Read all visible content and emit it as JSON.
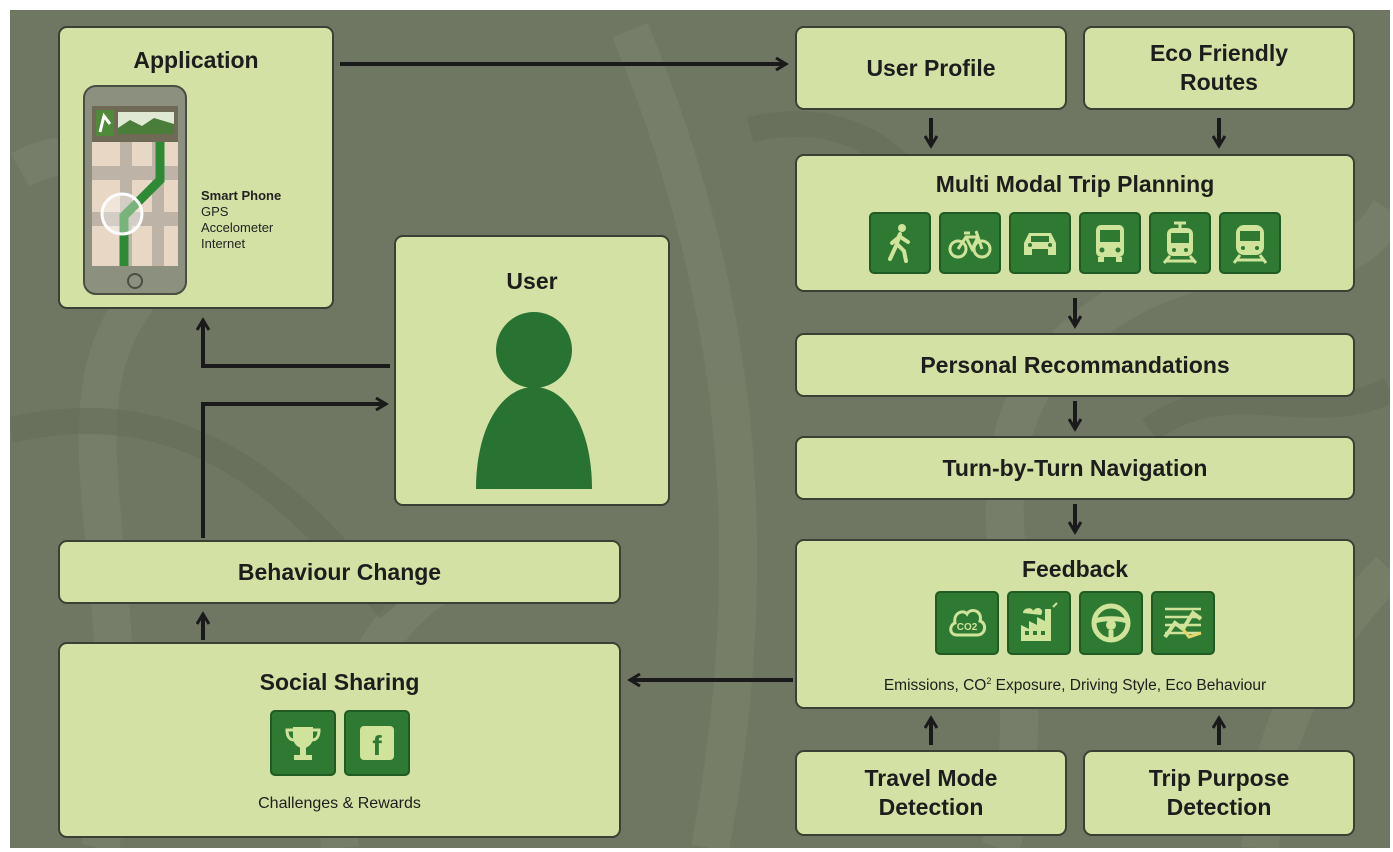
{
  "application": {
    "title": "Application",
    "phone_label": "Smart Phone",
    "features": [
      "GPS",
      "Accelometer",
      "Internet"
    ]
  },
  "user": {
    "title": "User"
  },
  "behaviour_change": {
    "label": "Behaviour Change"
  },
  "social_sharing": {
    "title": "Social Sharing",
    "icons": [
      "trophy-icon",
      "facebook-icon"
    ],
    "facebook_glyph": "f",
    "caption": "Challenges & Rewards"
  },
  "user_profile": {
    "label": "User Profile"
  },
  "eco_routes": {
    "line1": "Eco Friendly",
    "line2": "Routes"
  },
  "trip_planning": {
    "title": "Multi Modal Trip Planning",
    "icons": [
      "walk-icon",
      "bike-icon",
      "car-icon",
      "bus-icon",
      "tram-icon",
      "train-icon"
    ]
  },
  "recommendations": {
    "label": "Personal Recommandations"
  },
  "navigation": {
    "label": "Turn-by-Turn Navigation"
  },
  "feedback": {
    "title": "Feedback",
    "icons": [
      "co2-icon",
      "co2-exposure-icon",
      "steering-wheel-icon",
      "eco-behaviour-chart-icon"
    ],
    "co2_glyph": "CO2",
    "caption_part1": "Emissions, CO",
    "caption_sup": "2",
    "caption_part2": " Exposure, Driving Style, Eco Behaviour"
  },
  "travel_mode": {
    "line1": "Travel Mode",
    "line2": "Detection"
  },
  "trip_purpose": {
    "line1": "Trip Purpose",
    "line2": "Detection"
  },
  "colors": {
    "background": "#6f7762",
    "box_fill": "#d3e2a4",
    "box_border": "#3c4034",
    "icon_green": "#2f7a32",
    "user_green": "#287332",
    "arrow": "#1a1a1a"
  }
}
